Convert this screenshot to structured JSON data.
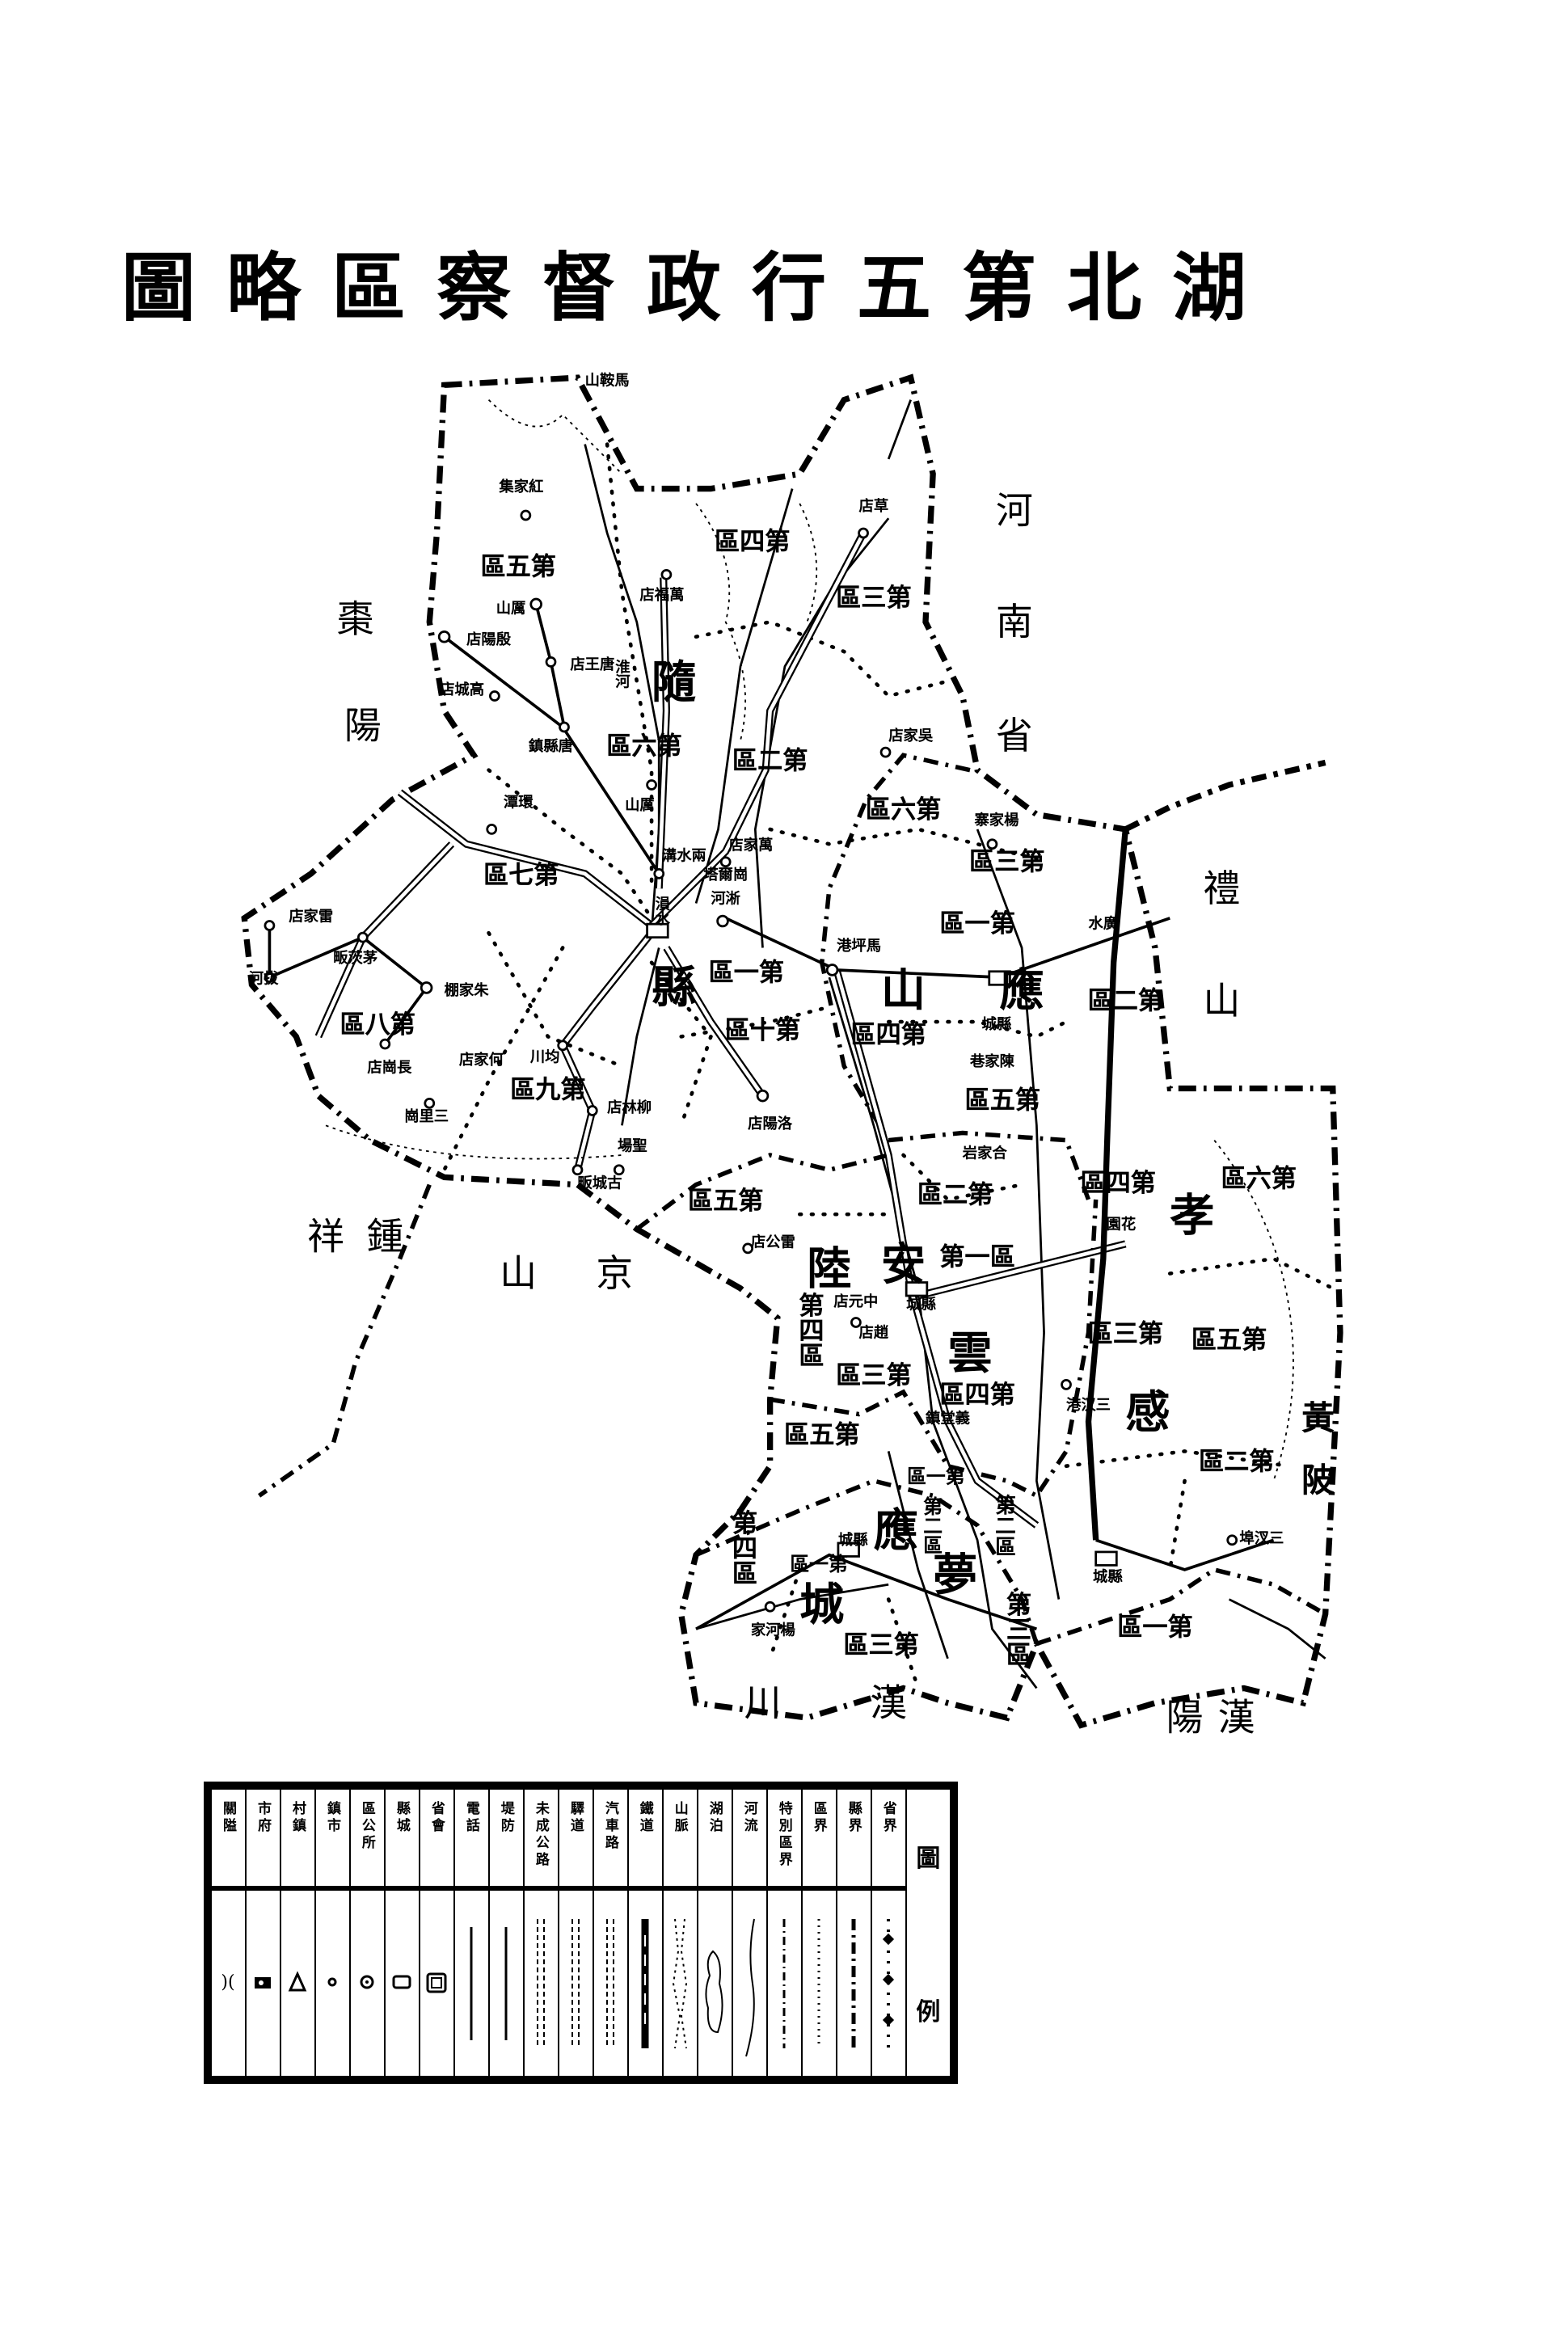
{
  "title": "湖北第五行政督察區略圖",
  "counties": [
    [
      "隨",
      "縣"
    ],
    [
      "應",
      "山"
    ],
    [
      "安",
      "陸"
    ],
    [
      "雲",
      "夢"
    ],
    [
      "應",
      "城"
    ],
    [
      "孝",
      "感"
    ],
    [
      "黃",
      "陂"
    ]
  ],
  "neighbors": [
    [
      "河",
      "南",
      "省"
    ],
    [
      "棗",
      "陽"
    ],
    [
      "禮",
      "山"
    ],
    [
      "鍾",
      "祥"
    ],
    [
      "京",
      "山"
    ],
    [
      "漢",
      "川"
    ],
    [
      "漢",
      "陽"
    ]
  ],
  "districts": [
    "第四區",
    "第三區",
    "第五區",
    "第六區",
    "第二區",
    "第六區",
    "第三區",
    "第七區",
    "第一區",
    "第一區",
    "第四區",
    "第二區",
    "第八區",
    "第十區",
    "第九區",
    "第五區",
    "第四區",
    "第六區",
    "第二區",
    "第五區",
    "第一區",
    "第四區",
    "第三區",
    "第四區",
    "第三區",
    "第五區",
    "第二區",
    "第五區",
    "第一區",
    "第二區",
    "第四區",
    "第一區",
    "第二區",
    "第三區",
    "第三區",
    "第一區"
  ],
  "towns": [
    "馬鞍山",
    "紅家集",
    "殷陽店",
    "厲山",
    "唐王店",
    "高城店",
    "唐縣鎮",
    "萬福店",
    "草店",
    "吳家店",
    "淮河",
    "厲山",
    "環潭",
    "兩水溝",
    "萬家店",
    "塔爾崗",
    "淅河",
    "雷家店",
    "拔河",
    "茅茨畈",
    "朱家棚",
    "長崗店",
    "何家店",
    "三里崗",
    "均川",
    "柳林店",
    "聖場",
    "古城畈",
    "馬坪港",
    "縣城",
    "洛陽店",
    "楊家寨",
    "廣水",
    "陳家巷",
    "合家岩",
    "花園",
    "雷公店",
    "中元店",
    "縣城",
    "趙店",
    "三汊港",
    "義堂鎮",
    "三汊埠",
    "縣城",
    "縣城",
    "楊河家",
    "溳水"
  ],
  "legend": {
    "title": [
      "圖",
      "例"
    ],
    "items": [
      {
        "label": "關隘",
        "symbol": "pass"
      },
      {
        "label": "市府",
        "symbol": "city-gov"
      },
      {
        "label": "村鎮",
        "symbol": "triangle"
      },
      {
        "label": "鎮市",
        "symbol": "small-circle"
      },
      {
        "label": "區公所",
        "symbol": "dot-circle"
      },
      {
        "label": "縣城",
        "symbol": "rect"
      },
      {
        "label": "省會",
        "symbol": "double-rect"
      },
      {
        "label": "電話",
        "symbol": "thin-line"
      },
      {
        "label": "堤防",
        "symbol": "thin-line"
      },
      {
        "label": "未成公路",
        "symbol": "dashed-double"
      },
      {
        "label": "驛道",
        "symbol": "dashed-double"
      },
      {
        "label": "汽車路",
        "symbol": "dashed-double"
      },
      {
        "label": "鐵道",
        "symbol": "railway"
      },
      {
        "label": "山脈",
        "symbol": "hachure"
      },
      {
        "label": "湖泊",
        "symbol": "lake"
      },
      {
        "label": "河流",
        "symbol": "river"
      },
      {
        "label": "特別區界",
        "symbol": "dash-dot"
      },
      {
        "label": "區界",
        "symbol": "dots"
      },
      {
        "label": "縣界",
        "symbol": "dash-dot-bold"
      },
      {
        "label": "省界",
        "symbol": "cross-dot"
      }
    ]
  },
  "colors": {
    "ink": "#000000",
    "paper": "#ffffff"
  }
}
